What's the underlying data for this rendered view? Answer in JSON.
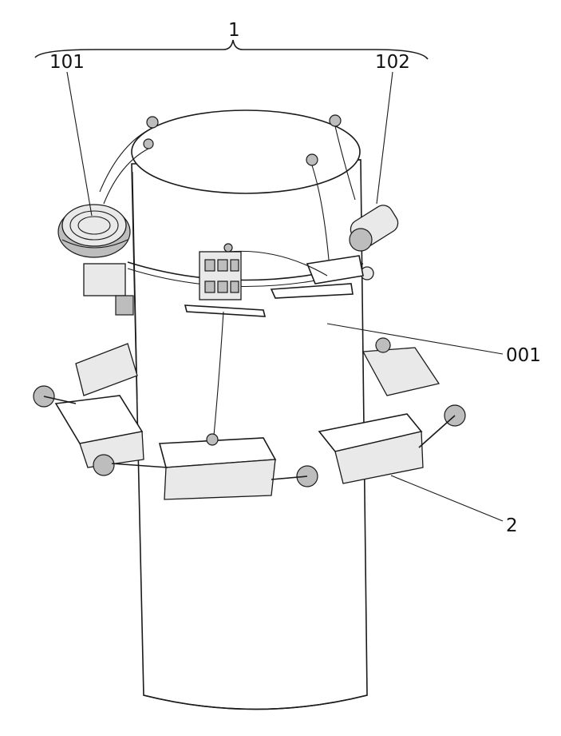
{
  "labels": {
    "assembly": "1",
    "spool": "101",
    "motor": "102",
    "cylinder": "001",
    "ring": "2"
  }
}
